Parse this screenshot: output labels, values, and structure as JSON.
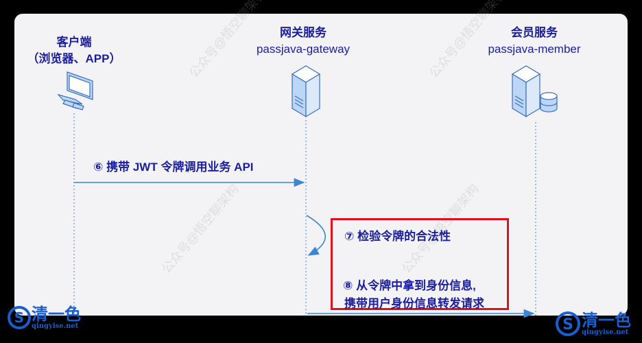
{
  "participants": [
    {
      "name": "客户端",
      "subtitle": "（浏览器、APP）",
      "icon": "desktop-computer-icon"
    },
    {
      "name": "网关服务",
      "subtitle": "passjava-gateway",
      "icon": "server-icon"
    },
    {
      "name": "会员服务",
      "subtitle": "passjava-member",
      "icon": "server-database-icon"
    }
  ],
  "messages": [
    {
      "label": "⑥ 携带 JWT 令牌调用业务 API"
    },
    {
      "label": "⑦ 检验令牌的合法性"
    },
    {
      "label_line1": "⑧ 从令牌中拿到身份信息,",
      "label_line2": "携带用户身份信息转发请求"
    }
  ],
  "watermark": "公众号@悟空聊架构",
  "logo": {
    "brand": "清一色",
    "domain": "qingyise.net"
  },
  "colors": {
    "text": "#1a1d9c",
    "arrow": "#3a86d4",
    "highlight": "#e0101c",
    "background": "#f3f3f5",
    "icon_fill": "#bcd6f7"
  }
}
